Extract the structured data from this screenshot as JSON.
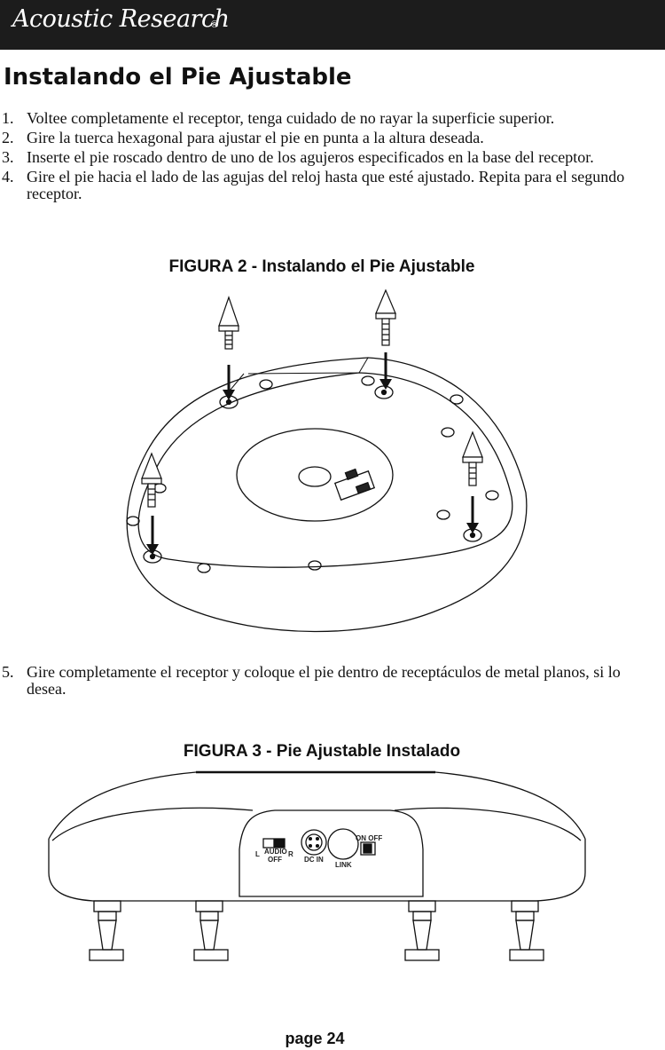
{
  "header": {
    "brand": "Acoustic Research",
    "registered": "®"
  },
  "section_title": "Instalando el Pie Ajustable",
  "steps_a": [
    {
      "num": "1.",
      "text": "Voltee completamente el receptor, tenga cuidado de no rayar la superficie superior."
    },
    {
      "num": "2.",
      "text": "Gire la tuerca hexagonal para ajustar el pie en punta a la altura deseada."
    },
    {
      "num": "3.",
      "text": "Inserte el pie roscado dentro de uno de los agujeros especificados en la base del receptor."
    },
    {
      "num": "4.",
      "text": "Gire el pie hacia el lado de las agujas del reloj hasta que esté ajustado. Repita para el segundo receptor."
    }
  ],
  "figure2": {
    "title": "FIGURA 2 - Instalando el Pie Ajustable"
  },
  "steps_b": [
    {
      "num": "5.",
      "text": "Gire completamente el receptor y coloque el pie dentro de receptáculos de metal planos, si lo desea."
    }
  ],
  "figure3": {
    "title": "FIGURA 3 - Pie Ajustable Instalado",
    "panel": {
      "left": "L",
      "audio": "AUDIO",
      "right": "R",
      "off": "OFF",
      "dc_in": "DC IN",
      "link": "LINK",
      "on_off": "ON OFF"
    }
  },
  "footer": {
    "page": "page 24"
  }
}
